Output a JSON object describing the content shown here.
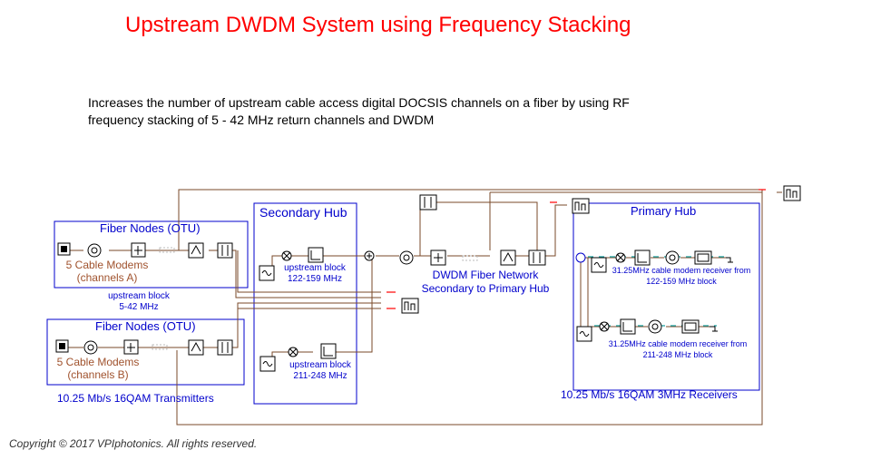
{
  "title": "Upstream DWDM System using Frequency Stacking",
  "description": {
    "line1": "Increases the number of upstream cable access digital DOCSIS channels on a fiber by using RF",
    "line2": "frequency stacking of 5 - 42 MHz return channels and DWDM"
  },
  "fiber_nodes_a": {
    "title": "Fiber Nodes (OTU)",
    "modems_line1": "5 Cable  Modems",
    "modems_line2": "(channels A)",
    "upstream_line1": "upstream block",
    "upstream_line2": "5-42 MHz"
  },
  "fiber_nodes_b": {
    "title": "Fiber Nodes (OTU)",
    "modems_line1": "5 Cable  Modems",
    "modems_line2": "(channels B)",
    "transmitters": "10.25 Mb/s 16QAM  Transmitters"
  },
  "secondary_hub": {
    "title": "Secondary Hub",
    "block1_line1": "upstream block",
    "block1_line2": "122-159 MHz",
    "block2_line1": "upstream block",
    "block2_line2": "211-248 MHz"
  },
  "dwdm": {
    "line1": "DWDM Fiber Network",
    "line2": "Secondary to Primary Hub"
  },
  "primary_hub": {
    "title": "Primary Hub",
    "rx1_line1": "31.25MHz cable modem receiver from",
    "rx1_line2": "122-159 MHz  block",
    "rx2_line1": "31.25MHz cable modem receiver from",
    "rx2_line2": "211-248 MHz  block",
    "receivers": "10.25 Mb/s 16QAM 3MHz Receivers"
  },
  "copyright": "Copyright © 2017 VPIphotonics. All rights reserved."
}
